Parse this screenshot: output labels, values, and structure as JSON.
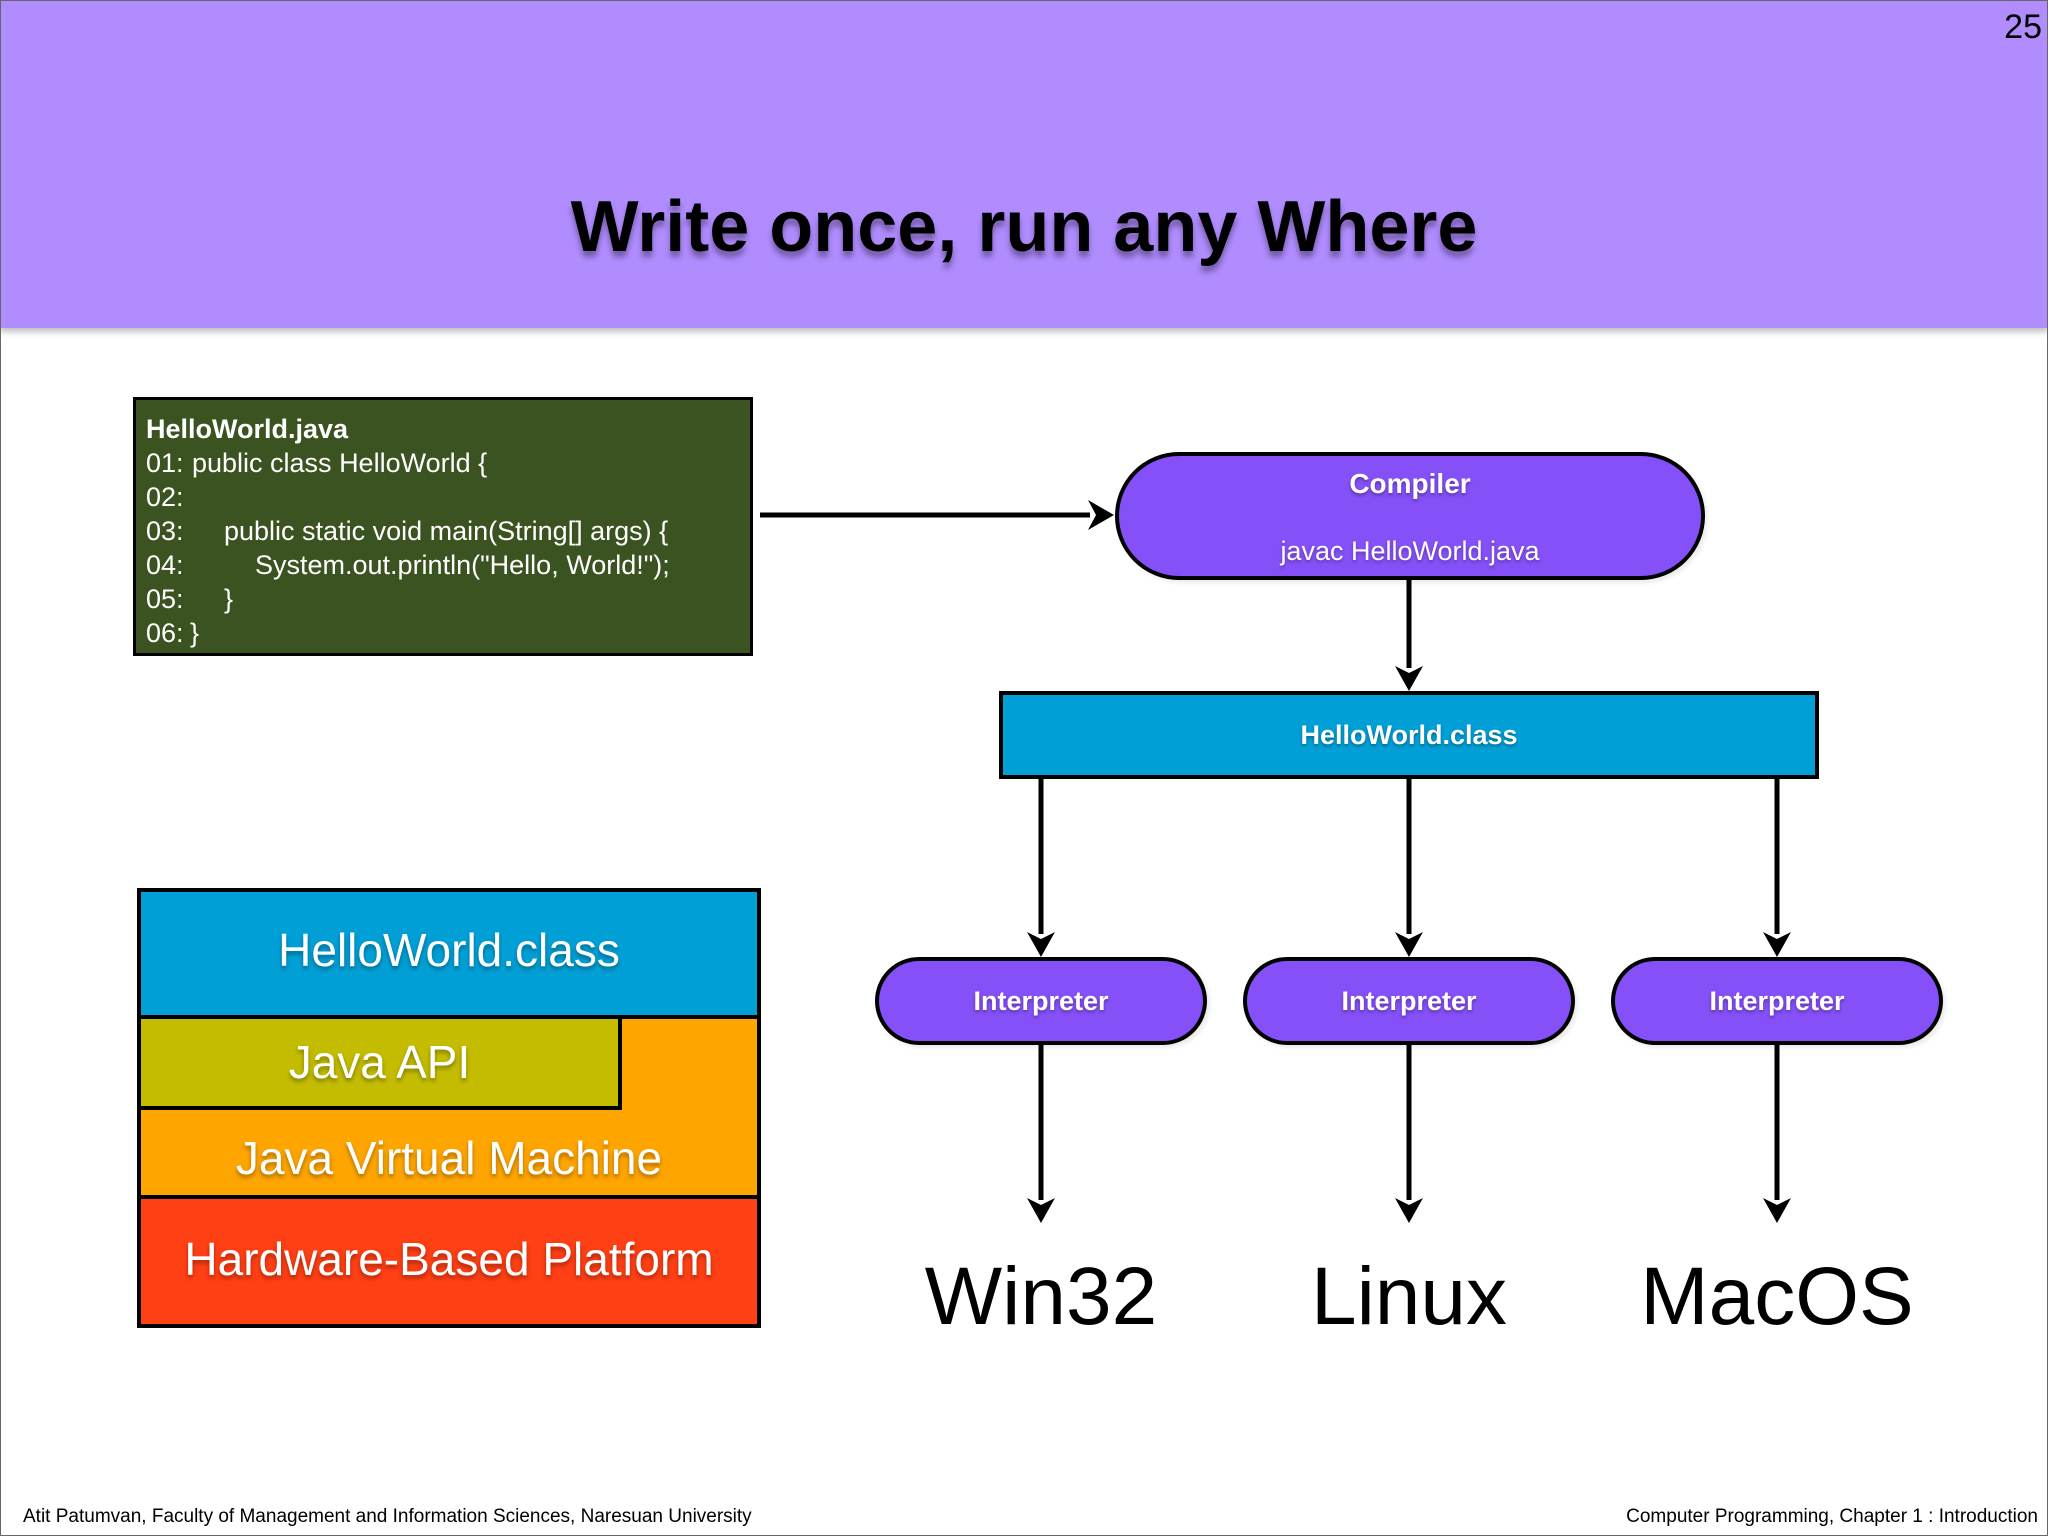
{
  "slide": {
    "title": "Write once, run any Where",
    "page_number": "25"
  },
  "colors": {
    "header": "#B08CFF",
    "code_bg": "#3B5320",
    "pill": "#8550F8",
    "class_blue": "#00A0D6",
    "api_olive": "#C4BC00",
    "jvm_orange": "#FFA500",
    "hardware_red": "#FF3F14"
  },
  "code": {
    "filename": "HelloWorld.java",
    "lines": [
      {
        "num": "01:",
        "text": "public class HelloWorld {",
        "indent": 0
      },
      {
        "num": "02:",
        "text": "",
        "indent": 0
      },
      {
        "num": "03:",
        "text": "public static void main(String[] args) {",
        "indent": 1
      },
      {
        "num": "04:",
        "text": "System.out.println(\"Hello, World!\");",
        "indent": 2
      },
      {
        "num": "05:",
        "text": "}",
        "indent": 1
      },
      {
        "num": "06:",
        "text": "}",
        "indent": 0
      }
    ]
  },
  "flow": {
    "compiler": {
      "title": "Compiler",
      "command": "javac HelloWorld.java"
    },
    "class_file": "HelloWorld.class",
    "interpreters": [
      "Interpreter",
      "Interpreter",
      "Interpreter"
    ],
    "platforms": [
      "Win32",
      "Linux",
      "MacOS"
    ]
  },
  "stack": {
    "class_layer": "HelloWorld.class",
    "api_layer": "Java API",
    "jvm_layer": "Java Virtual Machine",
    "hardware_layer": "Hardware-Based Platform"
  },
  "footer": {
    "left": "Atit Patumvan, Faculty of Management and Information Sciences, Naresuan University",
    "right": "Computer Programming,  Chapter 1 : Introduction"
  }
}
